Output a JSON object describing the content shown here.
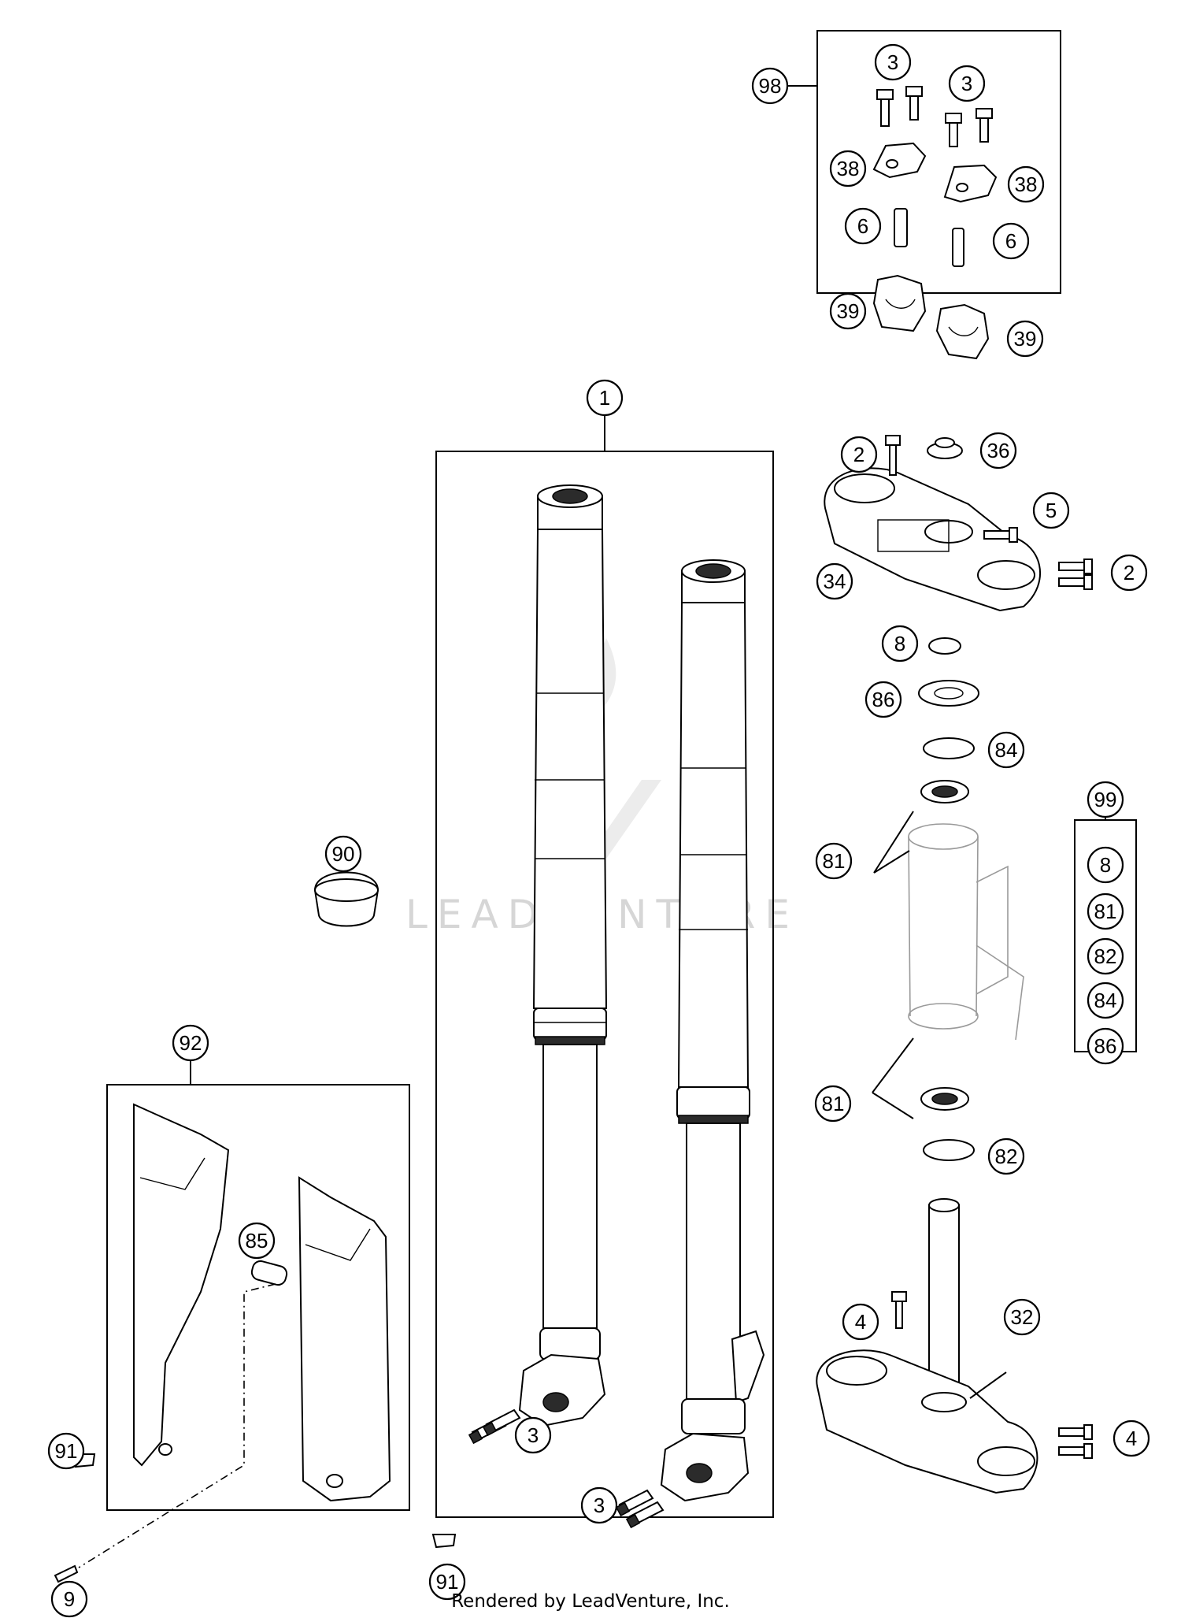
{
  "callouts": {
    "c98": "98",
    "c3a": "3",
    "c3b": "3",
    "c38a": "38",
    "c38b": "38",
    "c6a": "6",
    "c6b": "6",
    "c39a": "39",
    "c39b": "39",
    "c1": "1",
    "c2a": "2",
    "c36": "36",
    "c5": "5",
    "c2b": "2",
    "c34": "34",
    "c8": "8",
    "c86": "86",
    "c84": "84",
    "c81a": "81",
    "c81b": "81",
    "c82": "82",
    "c99": "99",
    "k8": "8",
    "k81": "81",
    "k82": "82",
    "k84": "84",
    "k86": "86",
    "c90": "90",
    "c92": "92",
    "c85": "85",
    "c91a": "91",
    "c91b": "91",
    "c9": "9",
    "c3c": "3",
    "c3d": "3",
    "c4a": "4",
    "c32": "32",
    "c4b": "4"
  },
  "watermark": "LEADVENTURE",
  "footer": "Rendered by LeadVenture, Inc."
}
